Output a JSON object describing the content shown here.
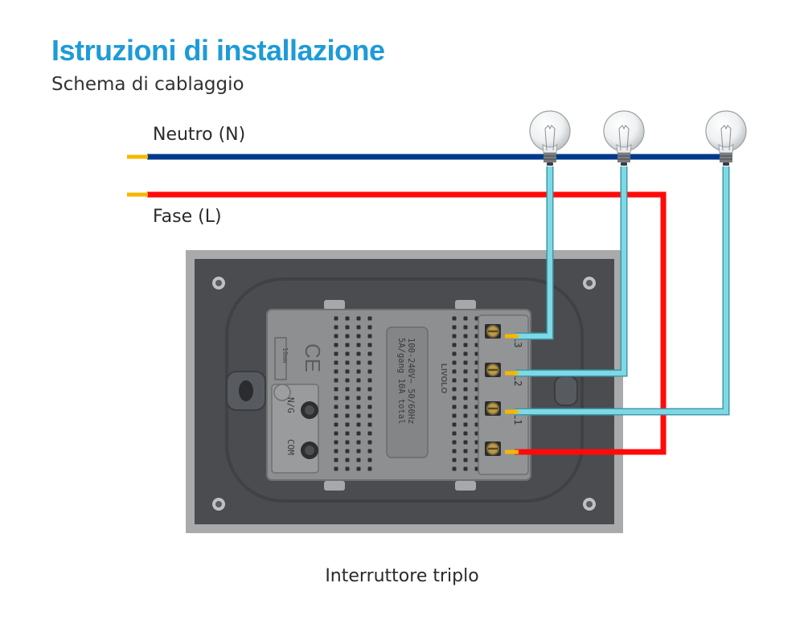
{
  "header": {
    "title": "Istruzioni di installazione",
    "subtitle": "Schema di cablaggio"
  },
  "wires": {
    "neutral_label": "Neutro (N)",
    "phase_label": "Fase (L)",
    "neutral_color": "#003a8c",
    "phase_color": "#ff0a0a",
    "load_color": "#7fd8e6",
    "tip_color": "#f5b800"
  },
  "device": {
    "caption": "Interruttore triplo",
    "brand": "LIVOLO",
    "rating_line_1": "100-240V~  50/60Hz",
    "rating_line_2": "5A/gang 10A total",
    "terminals": [
      "L3",
      "L2",
      "L1"
    ],
    "left_terminals": [
      "N/G",
      "COM"
    ],
    "strip_mark": "10mm",
    "ce_mark": "CE",
    "frame_color": "#a9aaab",
    "plate_color": "#4a4c50",
    "module_color": "#8e8f91"
  },
  "icons": [
    "light-bulb-icon",
    "screw-terminal-icon",
    "ce-mark-icon"
  ]
}
